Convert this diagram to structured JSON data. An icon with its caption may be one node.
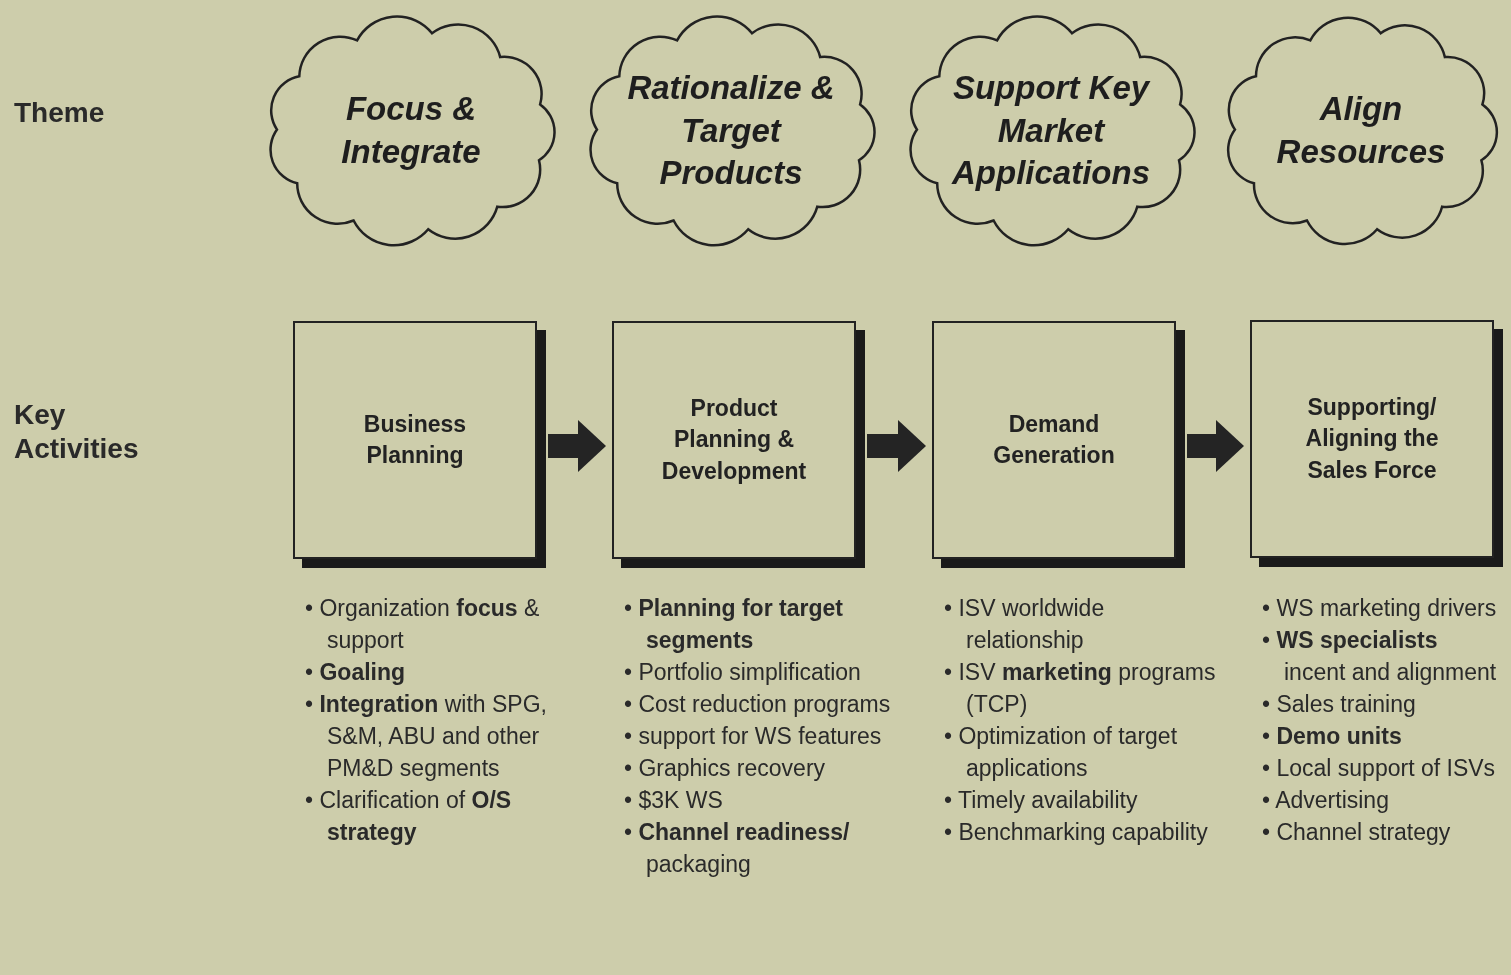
{
  "diagram": {
    "nodes": [
      {
        "text": [
          "Focus & Integrate"
        ]
      },
      {
        "text": [
          "Rationalize & Target Products"
        ]
      },
      {
        "text": [
          "Support Key Market Applications"
        ]
      },
      {
        "text": [
          "Align Resources"
        ]
      },
      {
        "text": [
          "Business Planning"
        ],
        "beside": [
          "• Organization **focus** & support",
          "• **Goaling**",
          "• **Integration** with SPG, S&M, ABU and other PM&D segments",
          "• Clarification of **O/S strategy**"
        ]
      },
      {
        "text": [
          "Product Planning & Development"
        ],
        "beside": [
          "• **Planning for target segments**",
          "• Portfolio simplification",
          "• Cost reduction programs",
          "• support for WS features",
          "• Graphics recovery",
          "• $3K WS",
          "• **Channel readiness/** packaging"
        ]
      },
      {
        "text": [
          "Demand Generation"
        ],
        "beside": [
          "• ISV worldwide relationship",
          "• ISV **marketing** programs (TCP)",
          "• Optimization of target applications",
          "• Timely availability",
          "• Benchmarking capability"
        ]
      },
      {
        "text": [
          "Supporting/ Aligning the Sales Force"
        ],
        "beside": [
          "• WS marketing drivers",
          "• **WS specialists** incent and alignment",
          "• Sales training",
          "• **Demo units**",
          "• Local support of ISVs",
          "• Advertising",
          "• Channel strategy"
        ]
      }
    ],
    "edges": [
      {
        "from": 4,
        "to": 5,
        "arrow": "to"
      },
      {
        "from": 5,
        "to": 6,
        "arrow": "to"
      },
      {
        "from": 6,
        "to": 7,
        "arrow": "to"
      }
    ],
    "labels": [
      "Theme",
      "Key Activities"
    ]
  }
}
